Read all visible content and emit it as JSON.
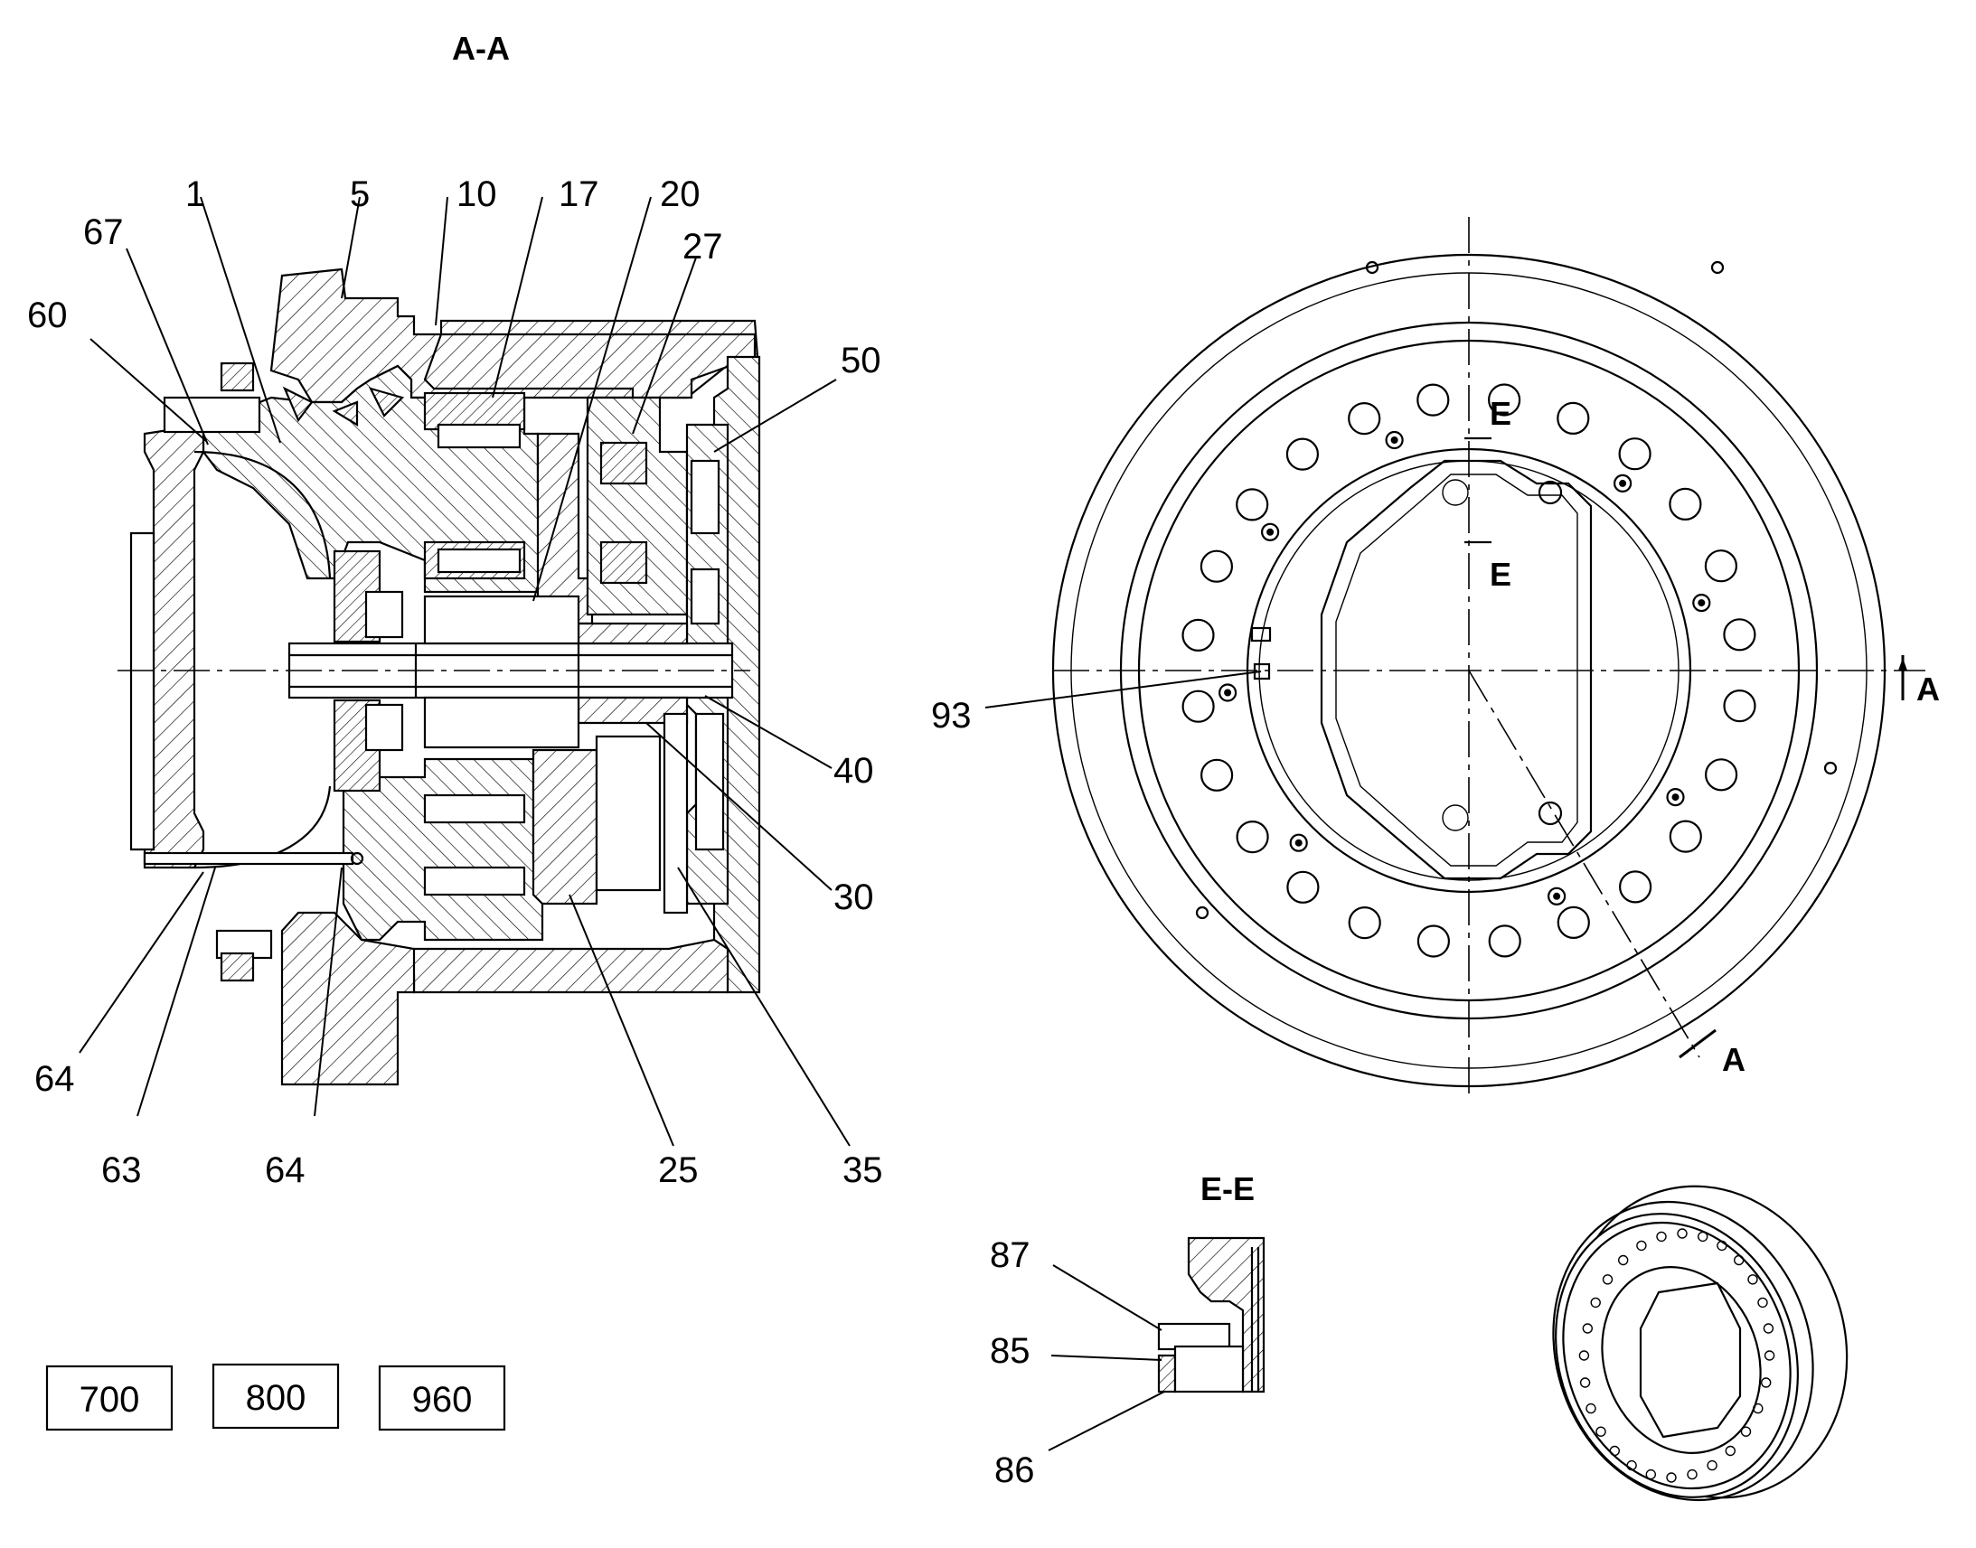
{
  "views": {
    "section_aa": {
      "title": "A-A"
    },
    "section_ee": {
      "title": "E-E"
    }
  },
  "section_marks": {
    "a_right": "A",
    "a_bottom": "A",
    "e_top": "E",
    "e_mid": "E"
  },
  "part_labels": {
    "p1": "1",
    "p5": "5",
    "p10": "10",
    "p17": "17",
    "p20": "20",
    "p27": "27",
    "p67": "67",
    "p60": "60",
    "p50": "50",
    "p40": "40",
    "p30": "30",
    "p35": "35",
    "p25": "25",
    "p64a": "64",
    "p63": "63",
    "p64b": "64",
    "p93": "93",
    "p87": "87",
    "p85": "85",
    "p86": "86"
  },
  "variants": [
    {
      "label": "700"
    },
    {
      "label": "800"
    },
    {
      "label": "960"
    }
  ]
}
